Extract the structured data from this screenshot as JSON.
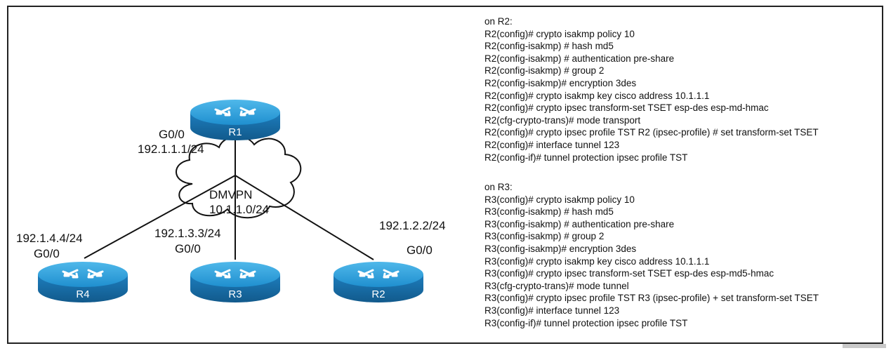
{
  "diagram": {
    "routers": [
      {
        "id": "r1",
        "label": "R1"
      },
      {
        "id": "r4",
        "label": "R4"
      },
      {
        "id": "r3",
        "label": "R3"
      },
      {
        "id": "r2",
        "label": "R2"
      }
    ],
    "cloud": {
      "line1": "DMVPN",
      "line2": "10.1.1.0/24"
    },
    "labels": {
      "r1_interface": "G0/0",
      "r1_ip": "192.1.1.1/24",
      "r4_ip": "192.1.4.4/24",
      "r4_interface": "G0/0",
      "r3_ip": "192.1.3.3/24",
      "r3_interface": "G0/0",
      "r2_ip": "192.1.2.2/24",
      "r2_interface": "G0/0"
    },
    "colors": {
      "router_top": "#2d9fd9",
      "router_side": "#1a6fa8",
      "line": "#111111"
    }
  },
  "config": {
    "r2": {
      "heading": "on R2:",
      "lines": [
        "R2(config)# crypto isakmp policy 10",
        "R2(config-isakmp) # hash md5",
        "R2(config-isakmp) # authentication pre-share",
        "R2(config-isakmp) # group 2",
        "R2(config-isakmp)# encryption 3des",
        "R2(config)# crypto isakmp key cisco address 10.1.1.1",
        "R2(config)# crypto ipsec transform-set TSET esp-des esp-md-hmac",
        "R2(cfg-crypto-trans)# mode transport",
        "R2(config)# crypto ipsec profile TST R2 (ipsec-profile) # set transform-set TSET",
        "R2(config)# interface tunnel 123",
        "R2(config-if)# tunnel protection ipsec profile TST"
      ]
    },
    "r3": {
      "heading": "on R3:",
      "lines": [
        "R3(config)# crypto isakmp policy 10",
        "R3(config-isakmp) # hash md5",
        "R3(config-isakmp) # authentication pre-share",
        "R3(config-isakmp) # group 2",
        "R3(config-isakmp)# encryption 3des",
        "R3(config)# crypto isakmp key cisco address 10.1.1.1",
        "R3(config)# crypto ipsec transform-set TSET esp-des esp-md5-hmac",
        "R3(cfg-crypto-trans)# mode tunnel",
        "R3(config)# crypto ipsec profile TST R3 (ipsec-profile) + set transform-set TSET",
        "R3(config)# interface tunnel 123",
        "R3(config-if)# tunnel protection ipsec profile TST"
      ]
    }
  }
}
